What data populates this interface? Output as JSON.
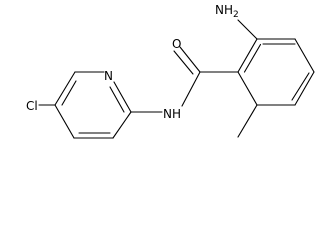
{
  "molecule": {
    "atoms": {
      "amine": "NH",
      "amine_sub": "2",
      "carbonyl_oxygen": "O",
      "amide_nh": "NH",
      "pyridine_n": "N",
      "chloro": "Cl"
    }
  }
}
